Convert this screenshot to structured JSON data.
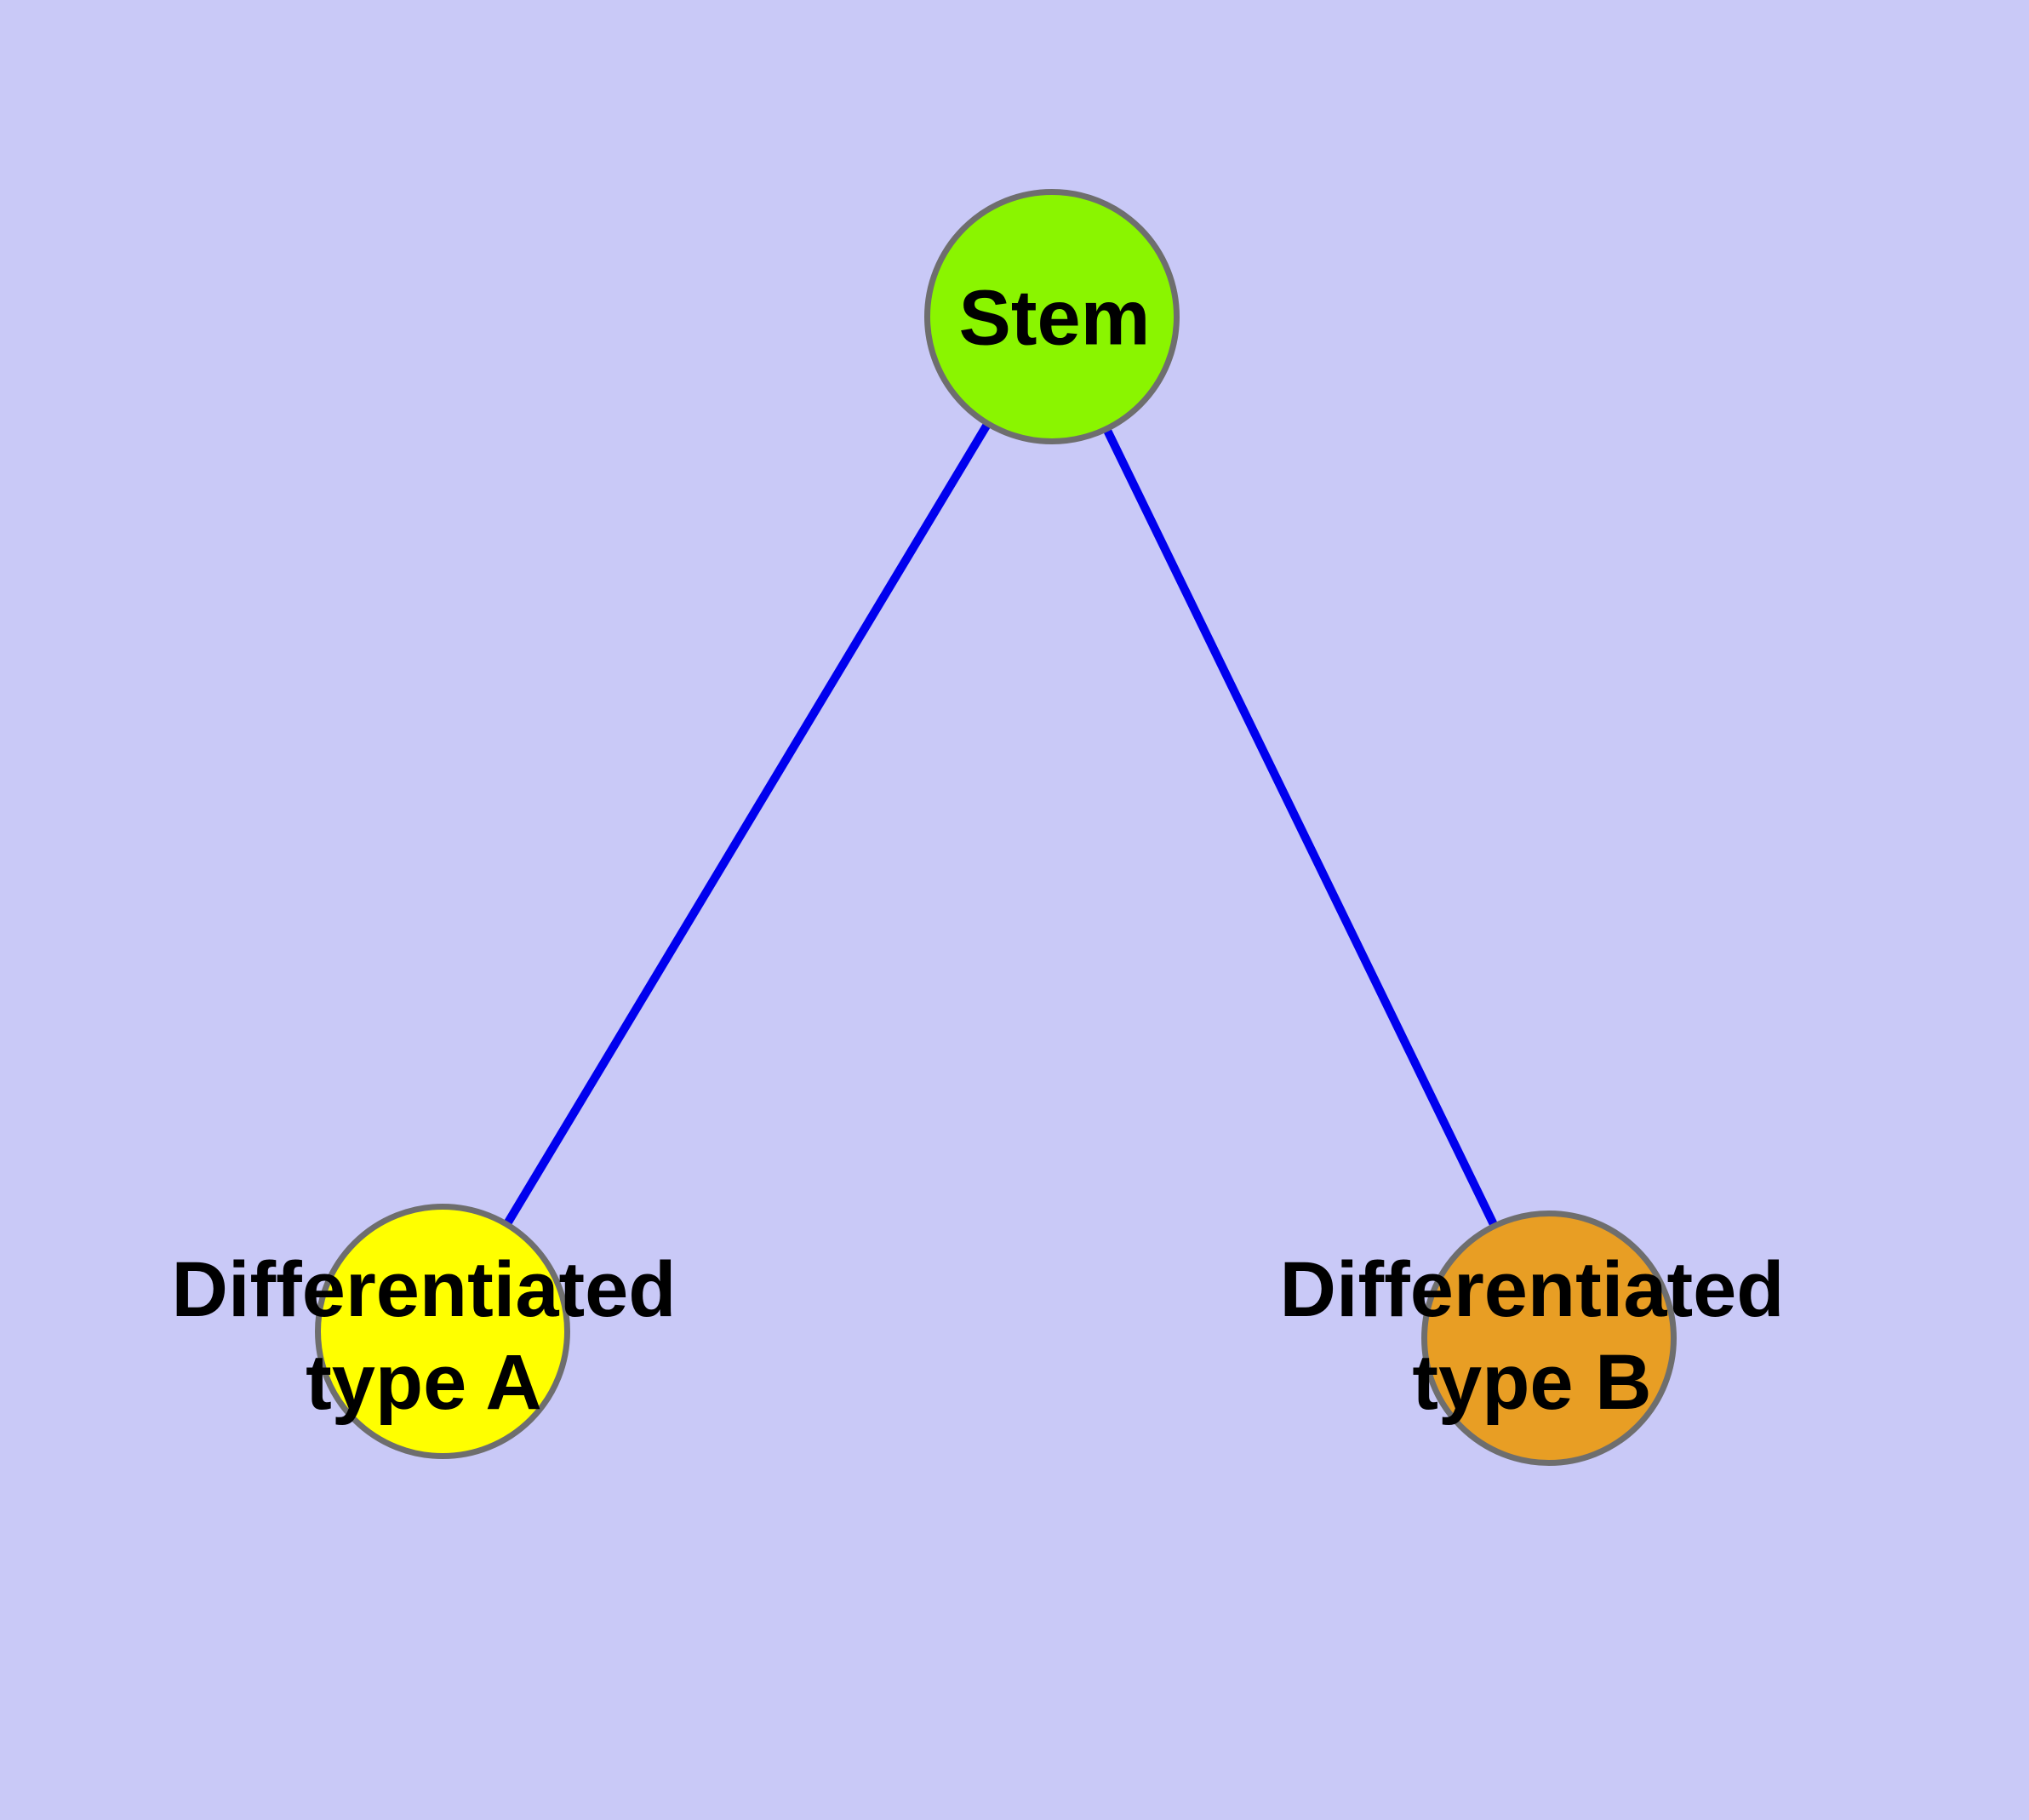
{
  "diagram": {
    "background_color": "#C9C9F7",
    "edge_color": "#0000EE",
    "node_border_color": "#6E6E6E",
    "nodes": [
      {
        "id": "stem",
        "label": "Stem",
        "fill": "#8AF500"
      },
      {
        "id": "type-a",
        "label_line1": "Differentiated",
        "label_line2": "type A",
        "fill": "#FFFF00"
      },
      {
        "id": "type-b",
        "label_line1": "Differentiated",
        "label_line2": "type B",
        "fill": "#E89E24"
      }
    ],
    "edges": [
      {
        "from": "stem",
        "to": "type-a"
      },
      {
        "from": "stem",
        "to": "type-b"
      }
    ]
  }
}
